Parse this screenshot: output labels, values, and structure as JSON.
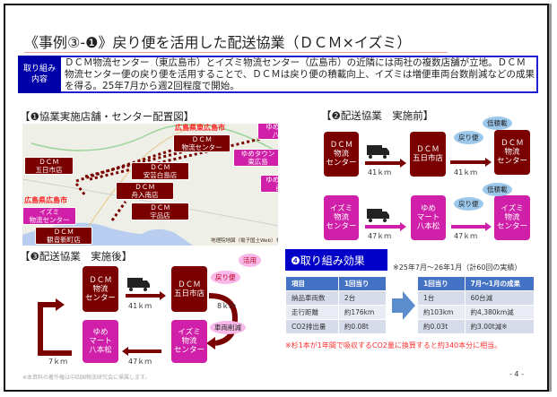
{
  "title": "《事例③-❶》戻り便を活用した配送協業（ＤＣＭ×イズミ）",
  "summary": {
    "label": "取り組み\n内容",
    "text": "ＤＣＭ物流センター（東広島市）とイズミ物流センター（広島市）の近隣には両社の複数店舗が立地。ＤＣＭ物流センター便の戻り便を活用することで、ＤＣＭは戻り便の積載向上、イズミは増便車両台数削減などの成果を得る。25年7月から週2回程度で開始。"
  },
  "map": {
    "heading": "【❶協業実施店舗・センター配置図】",
    "labels": {
      "east": "広島県東広島市",
      "west": "広島県広島市"
    },
    "stores": [
      "ＤＣＭ\n物流センター",
      "ＤＣＭ\n五日市店",
      "ＤＣＭ\n安芸白島店",
      "ＤＣＭ\n舟入南店",
      "ＤＣＭ\n宇品店",
      "ＤＣＭ\n観音新町店",
      "イズミ\n物流センター",
      "ゆめマート\n八本松",
      "ゆめタウン\n東広島",
      "ゆめモール\n西条"
    ],
    "credit": "地理院地図（電子国土Web）を加工して作成"
  },
  "before": {
    "heading": "【❷配送協業　実施前】",
    "row1": [
      "ＤＣＭ\n物流\nセンター",
      "ＤＣＭ\n五日市店",
      "ＤＣＭ\n物流\nセンター"
    ],
    "row2": [
      "イズミ\n物流\nセンター",
      "ゆめ\nマート\n八本松",
      "イズミ\n物流\nセンター"
    ],
    "km1": "41ｋｍ",
    "km2": "47ｋｍ",
    "bubble_return": "戻り便",
    "bubble_low": "低積載"
  },
  "after": {
    "heading": "【❸配送協業　実施後】",
    "boxes": [
      "ＤＣＭ\n物流\nセンター",
      "ＤＣＭ\n五日市店",
      "イズミ\n物流\nセンター",
      "ゆめ\nマート\n八本松"
    ],
    "km": [
      "41ｋｍ",
      "8ｋｍ",
      "47ｋｍ",
      "7ｋｍ"
    ],
    "bubbles": [
      "活用",
      "戻り便",
      "車両削減"
    ]
  },
  "effect": {
    "heading": "❹取り組み効果",
    "period": "※25年7月～26年1月（計60回の実績）",
    "table1": {
      "headers": [
        "項目",
        "1回当り"
      ],
      "rows": [
        [
          "納品車両数",
          "2台"
        ],
        [
          "走行距離",
          "約176km"
        ],
        [
          "CO2排出量",
          "約0.08t"
        ]
      ]
    },
    "table2": {
      "headers": [
        "1回当り",
        "7月～1月の成果"
      ],
      "rows": [
        [
          "1台",
          "60台減"
        ],
        [
          "約103km",
          "約4,380km減"
        ],
        [
          "約0.03t",
          "約3.00t減※"
        ]
      ]
    },
    "note": "※杉1本が1年間で吸収するCO2量に換算すると約340本分に相当。"
  },
  "footer": "※本資料の著作権は中四国物流研究会に帰属します。",
  "page": "- 4 -",
  "colors": {
    "dcm": "#7a0000",
    "izumi": "#d01fa8",
    "navy": "#0000a8",
    "table_header": "#4472c4"
  }
}
